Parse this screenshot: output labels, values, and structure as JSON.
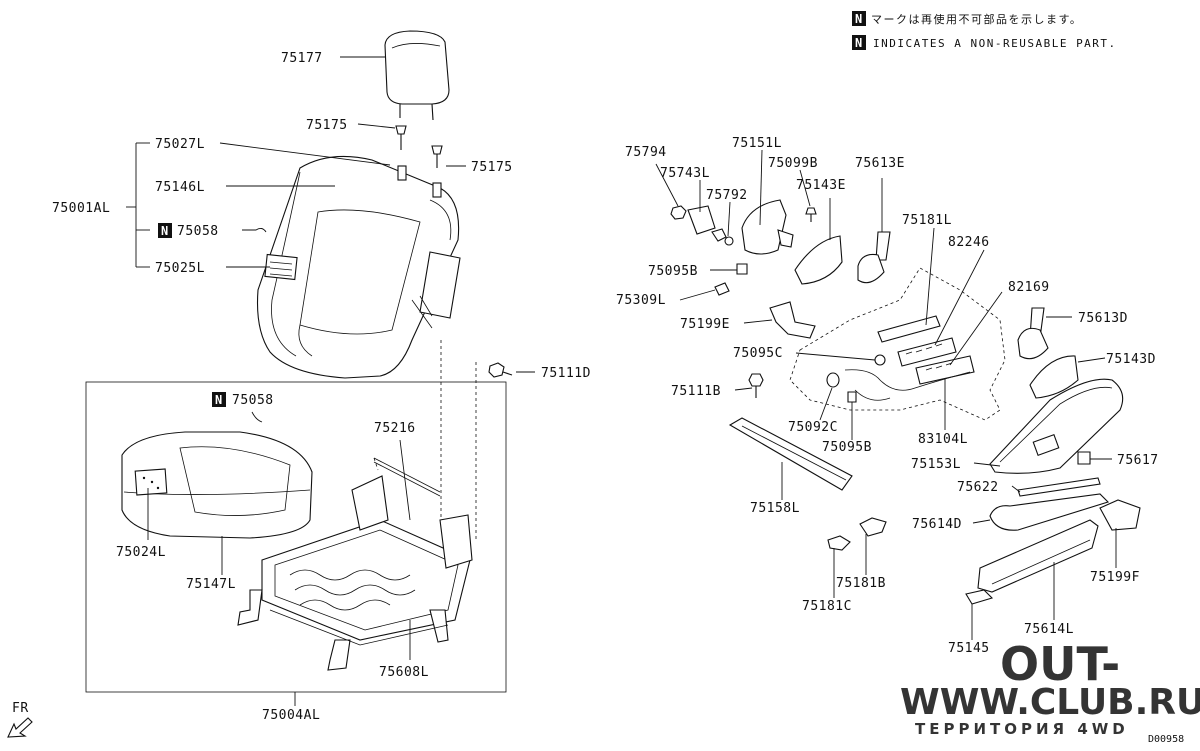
{
  "notes": {
    "n_symbol": "N",
    "japanese": "マークは再使用不可部品を示します。",
    "english": "INDICATES A NON-REUSABLE PART."
  },
  "labels": {
    "l75177": "75177",
    "l75175a": "75175",
    "l75175b": "75175",
    "l75027L": "75027L",
    "l75146L": "75146L",
    "l75001AL": "75001AL",
    "l75058a": "75058",
    "l75025L": "75025L",
    "l75111Da": "75111D",
    "l75058b": "75058",
    "l75216": "75216",
    "l75024L": "75024L",
    "l75147L": "75147L",
    "l75608L": "75608L",
    "l75004AL": "75004AL",
    "fr": "FR",
    "l75794": "75794",
    "l75743L": "75743L",
    "l75151L": "75151L",
    "l75099B": "75099B",
    "l75792": "75792",
    "l75143E": "75143E",
    "l75613E": "75613E",
    "l75181L": "75181L",
    "l82246": "82246",
    "l82169": "82169",
    "l75095Ba": "75095B",
    "l75309L": "75309L",
    "l75199E": "75199E",
    "l75095C": "75095C",
    "l75111B": "75111B",
    "l75092C": "75092C",
    "l75095Bb": "75095B",
    "l83104L": "83104L",
    "l75613D": "75613D",
    "l75143D": "75143D",
    "l75153L": "75153L",
    "l75617": "75617",
    "l75622": "75622",
    "l75158L": "75158L",
    "l75614D": "75614D",
    "l75181B": "75181B",
    "l75181C": "75181C",
    "l75199F": "75199F",
    "l75614L": "75614L",
    "l75145": "75145",
    "diagram_code": "D00958"
  },
  "watermark": {
    "line1": "OUT-",
    "line2": "WWW.CLUB.RU",
    "line3": "ТЕРРИТОРИЯ 4WD",
    "color": "#e9a9a9"
  }
}
